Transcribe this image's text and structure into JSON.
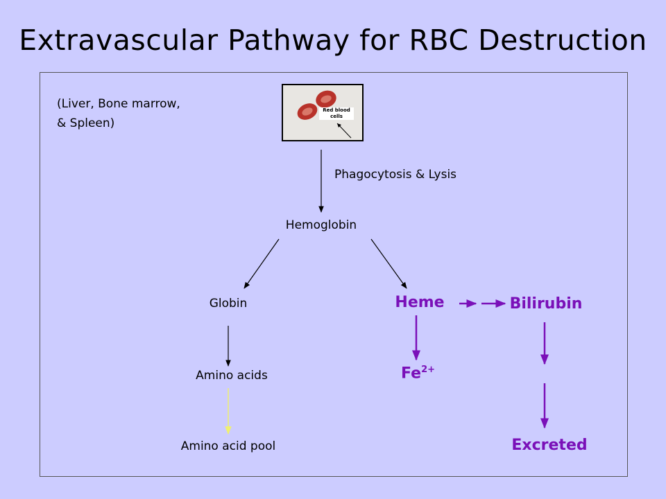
{
  "title": "Extravascular Pathway for RBC Destruction",
  "location": {
    "line1": "(Liver, Bone marrow,",
    "line2": "& Spleen)"
  },
  "image": {
    "label_line1": "Red blood",
    "label_line2": "cells"
  },
  "nodes": {
    "phagocytosis": "Phagocytosis & Lysis",
    "hemoglobin": "Hemoglobin",
    "globin": "Globin",
    "amino_acids": "Amino acids",
    "amino_acid_pool": "Amino acid pool",
    "heme": "Heme",
    "bilirubin": "Bilirubin",
    "iron": "Fe",
    "iron_charge": "2+",
    "excreted": "Excreted"
  },
  "colors": {
    "background": "#ccccff",
    "highlight": "#7a10b8",
    "amino_pool_arrow": "#f0f070"
  }
}
